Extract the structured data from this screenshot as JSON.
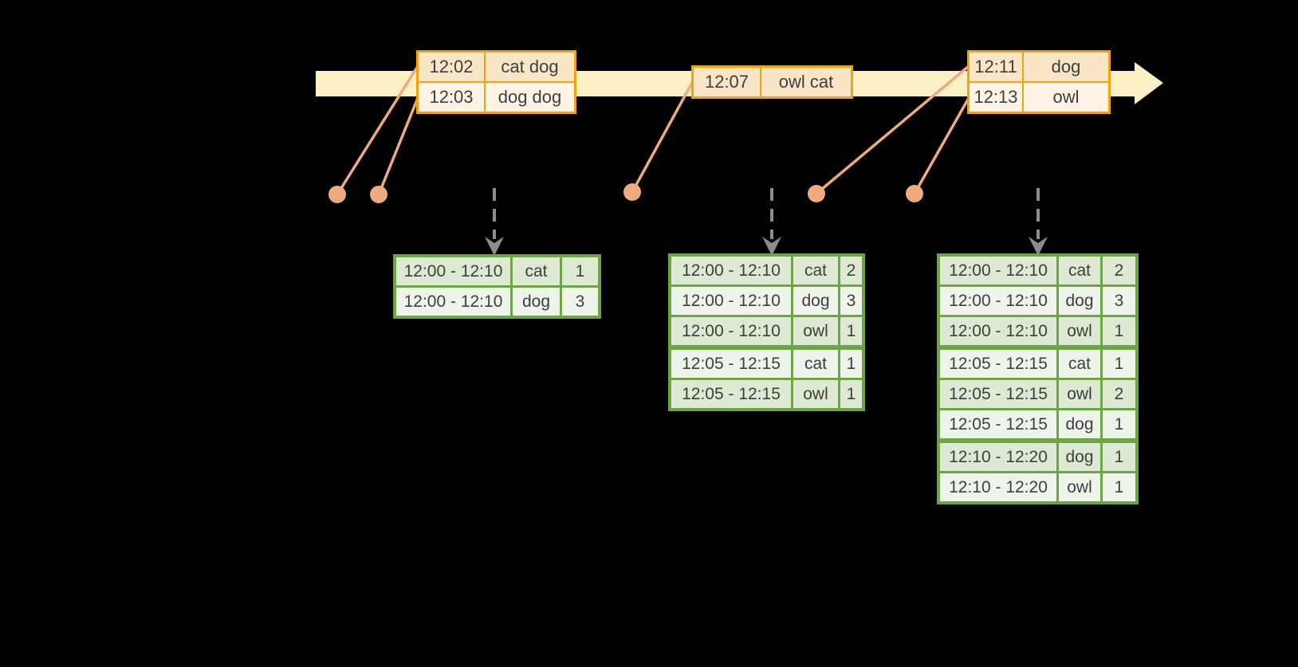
{
  "colors": {
    "background": "#000000",
    "timeline_band": "#FCF0C6",
    "event_border": "#F0A30A",
    "event_row_dark": "#FAE5C6",
    "event_row_light": "#FDF4E6",
    "connector_salmon": "#EFAB7E",
    "dashed_arrow_gray": "#8C8C8C",
    "result_border": "#6CA644",
    "result_row_dark": "#DDE9D2",
    "result_row_light": "#EFF4EA",
    "text": "#3E3E3E"
  },
  "event_tables": [
    {
      "rows": [
        {
          "time": "12:02",
          "words": "cat dog"
        },
        {
          "time": "12:03",
          "words": "dog dog"
        }
      ]
    },
    {
      "rows": [
        {
          "time": "12:07",
          "words": "owl cat"
        }
      ]
    },
    {
      "rows": [
        {
          "time": "12:11",
          "words": "dog"
        },
        {
          "time": "12:13",
          "words": "owl"
        }
      ]
    }
  ],
  "result_tables": [
    {
      "rows": [
        {
          "window": "12:00 - 12:10",
          "word": "cat",
          "count": "1"
        },
        {
          "window": "12:00 - 12:10",
          "word": "dog",
          "count": "3"
        }
      ]
    },
    {
      "rows": [
        {
          "window": "12:00 - 12:10",
          "word": "cat",
          "count": "2"
        },
        {
          "window": "12:00 - 12:10",
          "word": "dog",
          "count": "3"
        },
        {
          "window": "12:00 - 12:10",
          "word": "owl",
          "count": "1"
        },
        {
          "window": "12:05 - 12:15",
          "word": "cat",
          "count": "1"
        },
        {
          "window": "12:05 - 12:15",
          "word": "owl",
          "count": "1"
        }
      ]
    },
    {
      "rows": [
        {
          "window": "12:00 - 12:10",
          "word": "cat",
          "count": "2"
        },
        {
          "window": "12:00 - 12:10",
          "word": "dog",
          "count": "3"
        },
        {
          "window": "12:00 - 12:10",
          "word": "owl",
          "count": "1"
        },
        {
          "window": "12:05 - 12:15",
          "word": "cat",
          "count": "1"
        },
        {
          "window": "12:05 - 12:15",
          "word": "owl",
          "count": "2"
        },
        {
          "window": "12:05 - 12:15",
          "word": "dog",
          "count": "1"
        },
        {
          "window": "12:10 - 12:20",
          "word": "dog",
          "count": "1"
        },
        {
          "window": "12:10 - 12:20",
          "word": "owl",
          "count": "1"
        }
      ]
    }
  ]
}
